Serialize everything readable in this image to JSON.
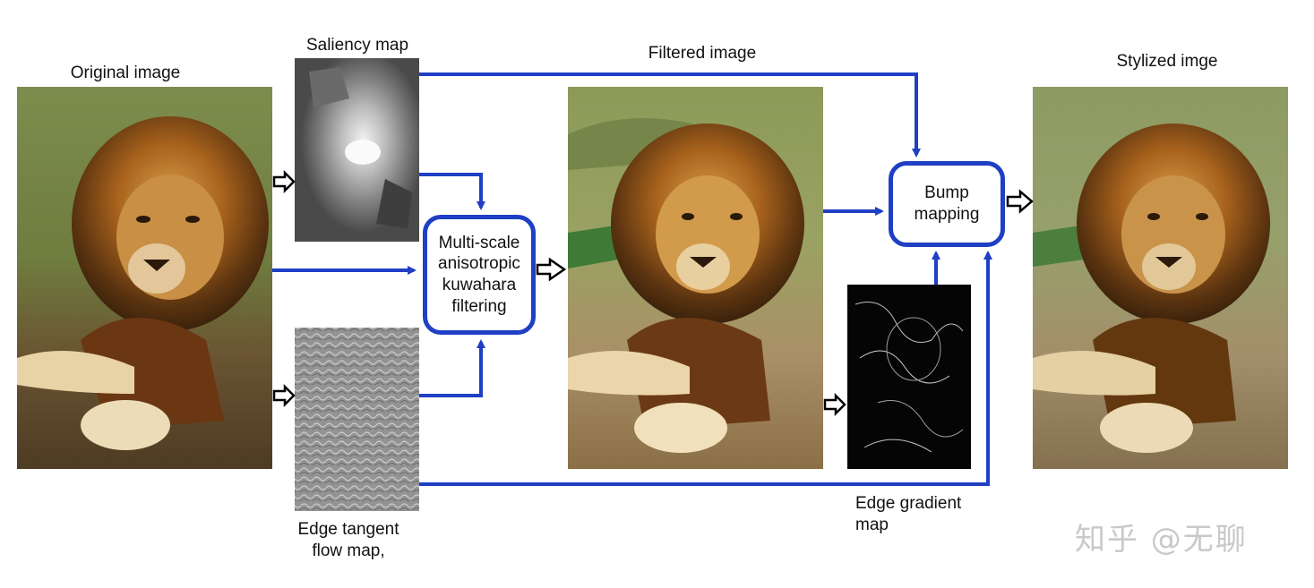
{
  "labels": {
    "original": "Original image",
    "saliency": "Saliency map",
    "filtered": "Filtered image",
    "stylized": "Stylized imge",
    "edge_tangent": "Edge tangent\nflow map,",
    "edge_gradient": "Edge gradient\nmap"
  },
  "nodes": {
    "kuwahara": "Multi-scale\nanisotropic\nkuwahara\nfiltering",
    "bump": "Bump\nmapping"
  },
  "watermark": "知乎 @无聊",
  "colors": {
    "arrow": "#1f3fc4",
    "box_border": "#1f3fc4"
  },
  "images": [
    "lion-original-photo",
    "saliency-map",
    "edge-tangent-flow-map",
    "filtered-lion",
    "edge-gradient-map",
    "stylized-lion"
  ]
}
